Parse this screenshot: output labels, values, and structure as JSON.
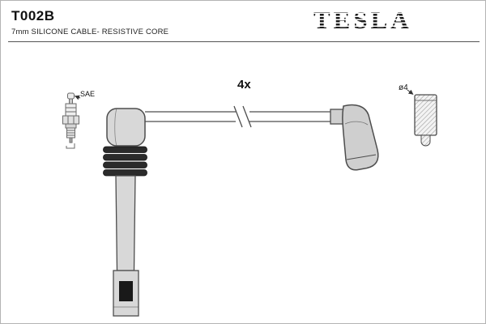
{
  "header": {
    "part_number": "T002B",
    "subtitle": "7mm SILICONE CABLE- RESISTIVE CORE",
    "brand": "TESLA"
  },
  "diagram": {
    "quantity_label": "4x",
    "spark_plug_label": "SAE",
    "connector_diameter_label": "ø4",
    "parts": [
      "spark-plug",
      "ignition-cable-with-boots",
      "terminal-connector"
    ],
    "colors": {
      "outline": "#4d4d4d",
      "boot_fill": "#d8d8d8",
      "rib_fill": "#2b2b2b",
      "text": "#111111",
      "frame_border": "#b4b4b4"
    }
  }
}
